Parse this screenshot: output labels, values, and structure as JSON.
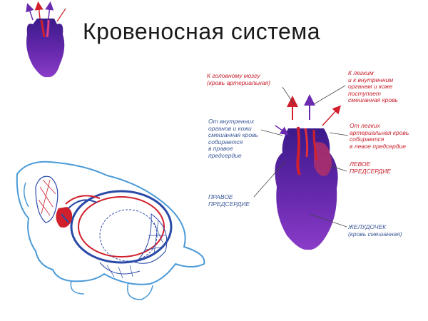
{
  "title": "Кровеносная система",
  "labels": {
    "brain": [
      "К головному мозгу",
      "(кровь артериальная)"
    ],
    "lungs": [
      "К легким",
      "и к внутренним",
      "органам и коже",
      "поступает",
      "смешанная кровь"
    ],
    "from_organs": [
      "От внутренних",
      "органов и кожи",
      "смешанная кровь",
      "собирается",
      "в правое",
      "предсердие"
    ],
    "from_lungs": [
      "От легких",
      "артериальная кровь",
      "собирается",
      "в левое предсердие"
    ],
    "left_atrium": [
      "ЛЕВОЕ",
      "ПРЕДСЕРДИЕ"
    ],
    "right_atrium": [
      "ПРАВОЕ",
      "ПРЕДСЕРДИЕ"
    ],
    "ventricle": [
      "ЖЕЛУДОЧЕК",
      "(кровь смешанная)"
    ]
  },
  "colors": {
    "heart": "#5a1f9a",
    "heart_light": "#7a3cc0",
    "arterial": "#d0202c",
    "venous": "#2a4aa8",
    "frog_outline": "#4a9ad8",
    "label_red": "#c8202c",
    "label_blue": "#3c5a9a"
  }
}
